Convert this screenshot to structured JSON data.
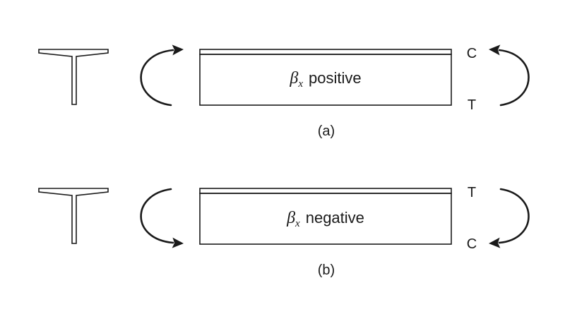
{
  "panels": [
    {
      "beta_symbol": "β",
      "beta_subscript": "x",
      "beam_text": "positive",
      "top_fiber_label": "C",
      "bottom_fiber_label": "T",
      "caption": "(a)"
    },
    {
      "beta_symbol": "β",
      "beta_subscript": "x",
      "beam_text": "negative",
      "top_fiber_label": "T",
      "bottom_fiber_label": "C",
      "caption": "(b)"
    }
  ],
  "colors": {
    "line": "#1a1a1a",
    "background": "#ffffff"
  }
}
